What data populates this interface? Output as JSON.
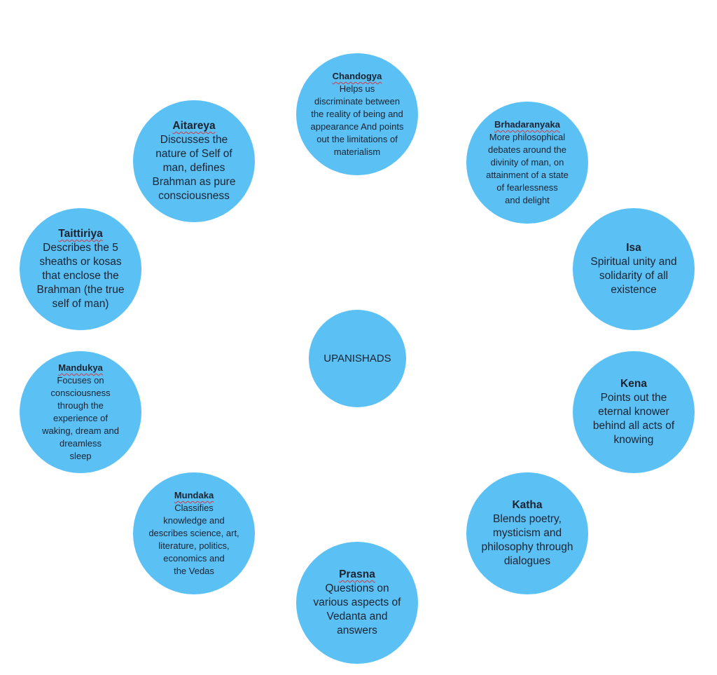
{
  "center": {
    "title": "UPANISHADS"
  },
  "nodes": [
    {
      "title": "Chandogya",
      "body": "Helps us\ndiscriminate between\nthe reality of being and\nappearance And points\nout the limitations of\nmaterialism"
    },
    {
      "title": "Aitareya",
      "body": "Discusses the\nnature of Self of\nman, defines\nBrahman as pure\nconsciousness"
    },
    {
      "title": "Brhadaranyaka",
      "body": "More philosophical\ndebates around the\ndivinity of man, on\nattainment of a state\nof fearlessness\nand delight"
    },
    {
      "title": "Taittiriya",
      "body": "Describes the 5\nsheaths or kosas\nthat enclose the\nBrahman (the true\nself of man)"
    },
    {
      "title": "Isa",
      "body": "Spiritual unity and\nsolidarity of all\nexistence"
    },
    {
      "title": "Mandukya",
      "body": "Focuses on\nconsciousness\nthrough the\nexperience of\nwaking, dream and\ndreamless\nsleep"
    },
    {
      "title": "Kena",
      "body": "Points out the\neternal knower\nbehind all acts of\nknowing"
    },
    {
      "title": "Mundaka",
      "body": "Classifies\nknowledge and\ndescribes science, art,\nliterature, politics,\neconomics and\nthe Vedas"
    },
    {
      "title": "Katha",
      "body": "Blends poetry,\nmysticism and\nphilosophy through\ndialogues"
    },
    {
      "title": "Prasna",
      "body": "Questions on\nvarious aspects of\nVedanta and\nanswers"
    }
  ],
  "colors": {
    "circle": "#5bc1f5",
    "text": "#1a2230"
  }
}
